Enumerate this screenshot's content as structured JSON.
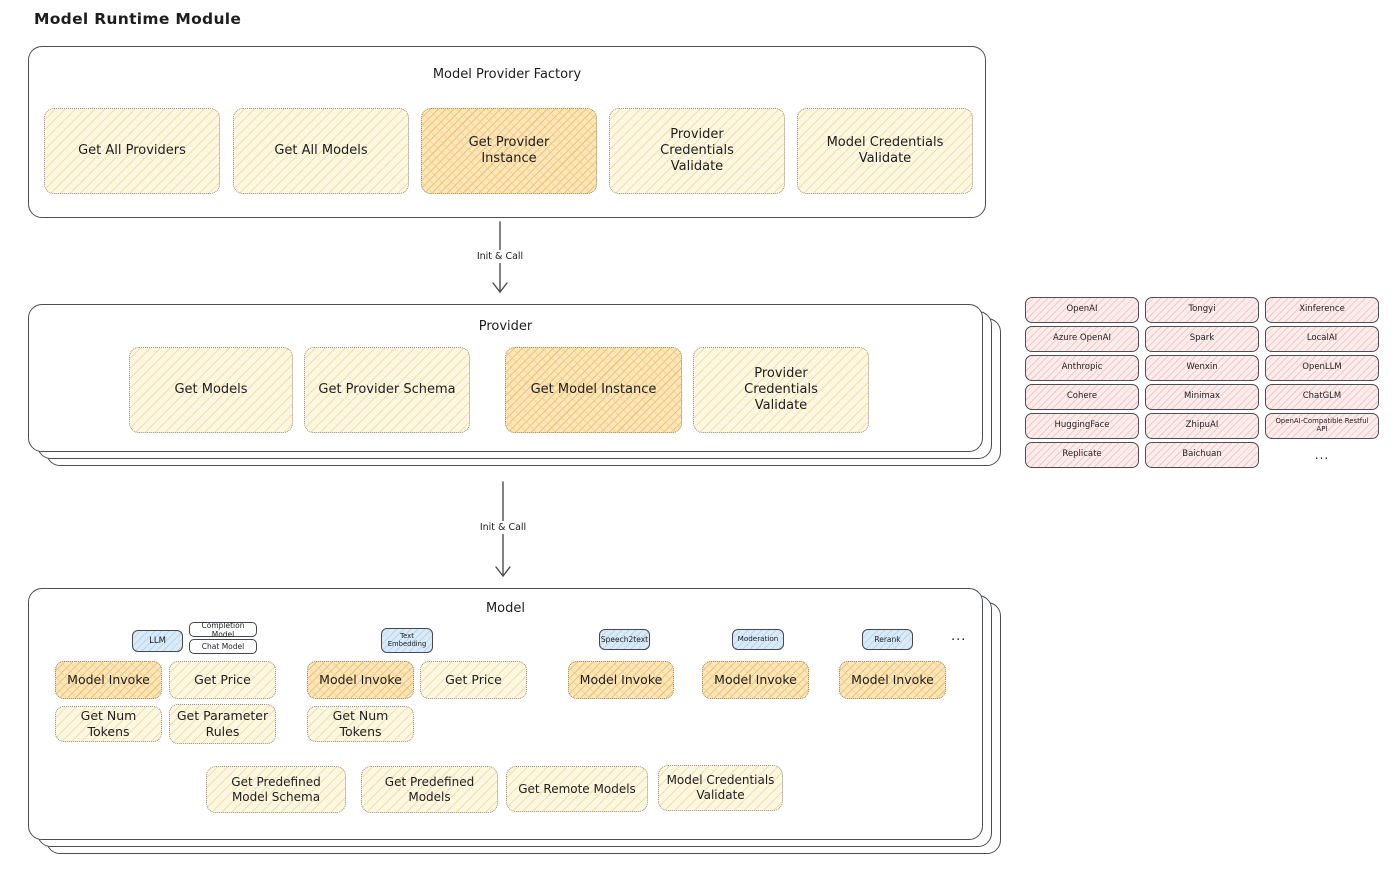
{
  "page_title": "Model Runtime Module",
  "factory": {
    "title": "Model Provider Factory",
    "buttons": [
      "Get All Providers",
      "Get All Models",
      "Get Provider Instance",
      "Provider Credentials Validate",
      "Model Credentials Validate"
    ]
  },
  "arrow1_label": "Init & Call",
  "arrow2_label": "Init & Call",
  "provider": {
    "title": "Provider",
    "buttons": [
      "Get Models",
      "Get Provider Schema",
      "Get Model Instance",
      "Provider Credentials Validate"
    ]
  },
  "providers_grid": {
    "items": [
      "OpenAI",
      "Tongyi",
      "Xinference",
      "Azure OpenAI",
      "Spark",
      "LocalAI",
      "Anthropic",
      "Wenxin",
      "OpenLLM",
      "Cohere",
      "Minimax",
      "ChatGLM",
      "HuggingFace",
      "ZhipuAI",
      "OpenAI-Compatible Restful API",
      "Replicate",
      "Baichuan"
    ],
    "more": "..."
  },
  "model": {
    "title": "Model",
    "tabs": {
      "llm": "LLM",
      "completion": "Completion Model",
      "chat": "Chat Model",
      "text_embedding": "Text Embedding",
      "speech2text": "Speech2text",
      "moderation": "Moderation",
      "rerank": "Rerank",
      "more": "..."
    },
    "llm_group": {
      "model_invoke": "Model Invoke",
      "get_price": "Get Price",
      "get_num_tokens": "Get Num Tokens",
      "get_parameter_rules": "Get Parameter Rules"
    },
    "text_embedding_group": {
      "model_invoke": "Model Invoke",
      "get_price": "Get Price",
      "get_num_tokens": "Get Num Tokens"
    },
    "speech2text_group": {
      "model_invoke": "Model Invoke"
    },
    "moderation_group": {
      "model_invoke": "Model Invoke"
    },
    "rerank_group": {
      "model_invoke": "Model Invoke"
    },
    "shared": [
      "Get Predefined Model Schema",
      "Get Predefined Models",
      "Get Remote Models",
      "Model Credentials Validate"
    ]
  },
  "colors": {
    "yellow_fill": "#fdf6e0",
    "yellow_hatch": "#f1e0aa",
    "orange_fill": "#fce7ba",
    "orange_hatch": "#f3c477",
    "pink_fill": "#fdecec",
    "pink_hatch": "#f2c8c6",
    "blue_fill": "#d9eaf8",
    "blue_hatch": "#b9d6ee",
    "border_dark": "#4b4e53",
    "text": "#1e1e1e"
  }
}
